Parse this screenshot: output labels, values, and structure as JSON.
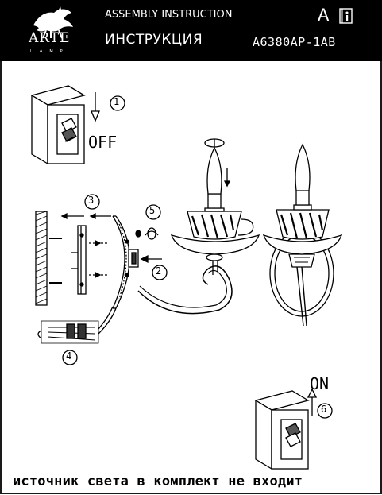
{
  "header": {
    "brand": "ARTE",
    "brand_sub": "LAMP",
    "title_en": "ASSEMBLY INSTRUCTION",
    "title_ru": "ИНСТРУКЦИЯ",
    "letter": "A",
    "info_icon": "info-book-icon",
    "model": "A6380AP-1AB"
  },
  "diagram": {
    "step_numbers": [
      "1",
      "2",
      "3",
      "4",
      "5",
      "6"
    ],
    "off_label": "OFF",
    "on_label": "ON"
  },
  "footer": {
    "note": "источник света в комплект не входит"
  }
}
